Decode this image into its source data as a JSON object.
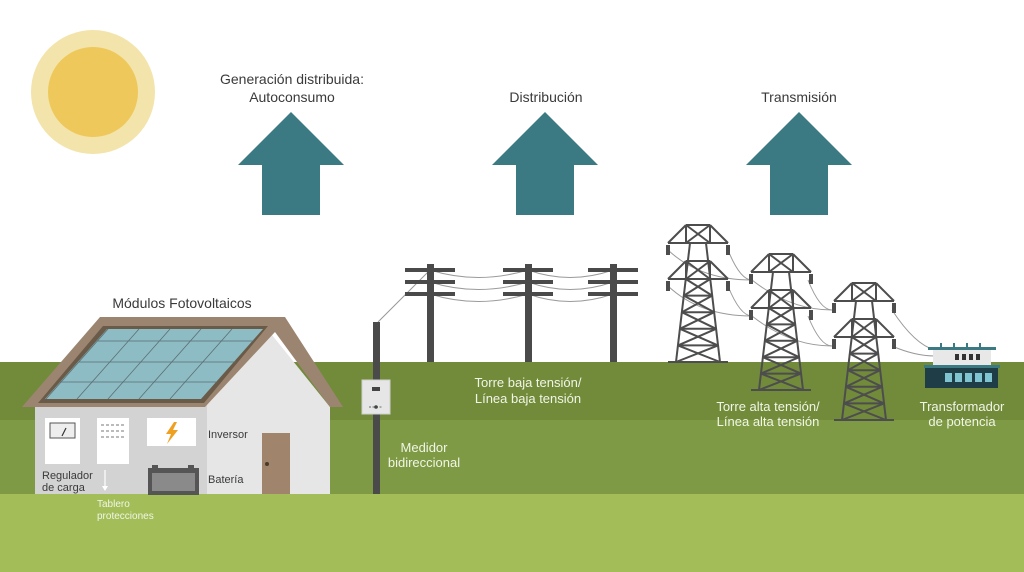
{
  "headings": {
    "generation_line1": "Generación distribuida:",
    "generation_line2": "Autoconsumo",
    "distribution": "Distribución",
    "transmission": "Transmisión"
  },
  "labels": {
    "pv_modules": "Módulos Fotovoltaicos",
    "inverter": "Inversor",
    "battery": "Batería",
    "charge_regulator_line1": "Regulador",
    "charge_regulator_line2": "de carga",
    "protection_panel_line1": "Tablero",
    "protection_panel_line2": "protecciones",
    "meter_line1": "Medidor",
    "meter_line2": "bidireccional",
    "low_voltage_line1": "Torre baja tensión/",
    "low_voltage_line2": "Línea baja tensión",
    "high_voltage_line1": "Torre alta tensión/",
    "high_voltage_line2": "Línea alta tensión",
    "transformer_line1": "Transformador",
    "transformer_line2": "de potencia"
  },
  "colors": {
    "arrow": "#3b7a82",
    "sun_outer": "#f3e4ab",
    "sun_inner": "#eec85a",
    "ground_dark": "#728b3b",
    "ground_mid": "#7e9a44",
    "ground_light": "#a3bd58"
  }
}
